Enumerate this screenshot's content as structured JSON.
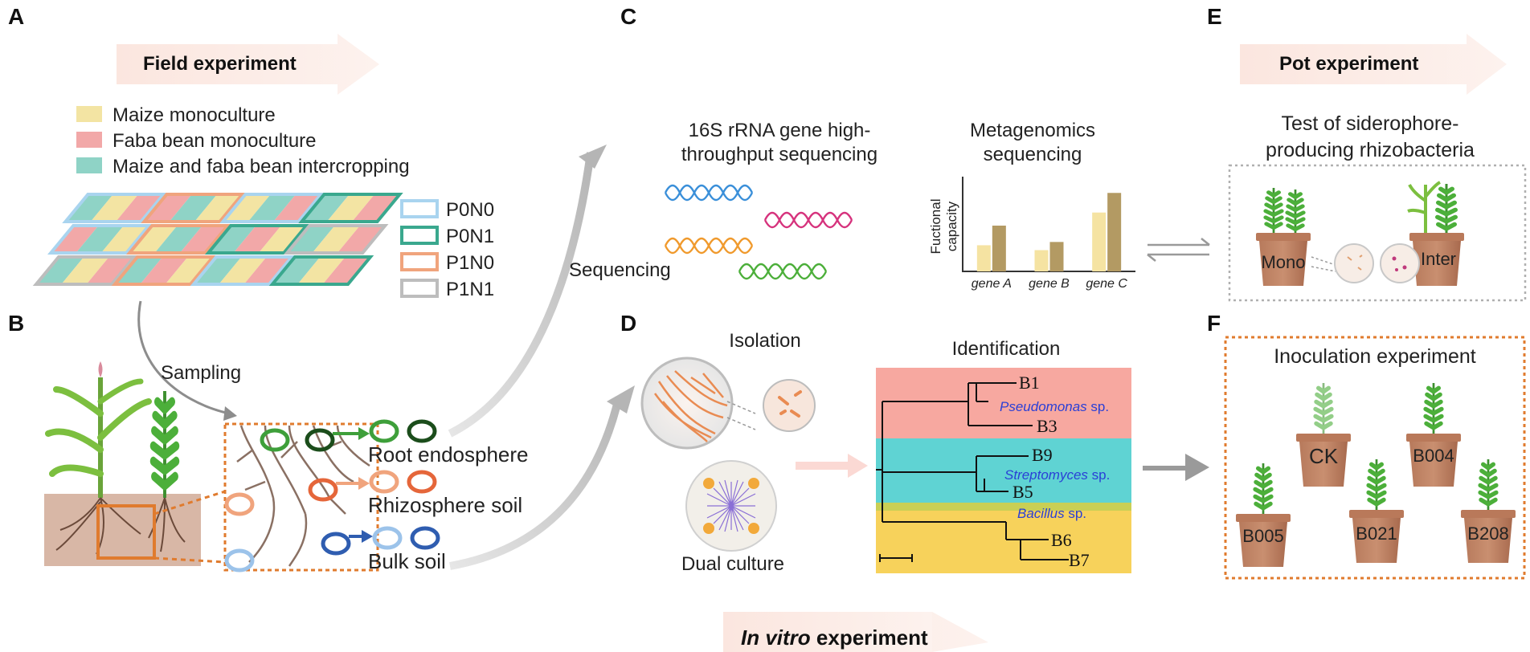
{
  "panels": {
    "a": {
      "letter": "A",
      "banner": "Field experiment",
      "legend": [
        {
          "label": "Maize monoculture",
          "color": "#f3e4a3"
        },
        {
          "label": "Faba bean monoculture",
          "color": "#f2a8a8"
        },
        {
          "label": "Maize and faba bean intercropping",
          "color": "#8fd3c6"
        }
      ],
      "treatments": [
        {
          "label": "P0N0",
          "color": "#a9d4ef"
        },
        {
          "label": "P0N1",
          "color": "#3aa88e"
        },
        {
          "label": "P1N0",
          "color": "#f0a47d"
        },
        {
          "label": "P1N1",
          "color": "#bdbdbd"
        }
      ]
    },
    "b": {
      "letter": "B",
      "sampling": "Sampling",
      "compartments": [
        {
          "label": "Root endosphere",
          "color": "#2e7d32"
        },
        {
          "label": "Rhizosphere soil",
          "color": "#e5663a"
        },
        {
          "label": "Bulk soil",
          "color": "#2f5db0"
        }
      ]
    },
    "c": {
      "letter": "C",
      "amplicon_title_1": "16S rRNA gene high-",
      "amplicon_title_2": "throughput sequencing",
      "sequencing": "Sequencing",
      "meta_title_1": "Metagenomics",
      "meta_title_2": "sequencing",
      "ylabel_1": "Fuctional",
      "ylabel_2": "capacity"
    },
    "d": {
      "letter": "D",
      "isolation": "Isolation",
      "dual_culture": "Dual culture",
      "identification": "Identification",
      "banner_italic": "In vitro",
      "banner_rest": " experiment",
      "tree_leaves": [
        "B1",
        "B3",
        "B9",
        "B5",
        "B6",
        "B7"
      ],
      "taxa": [
        {
          "genus": "Pseudomonas",
          "suffix": " sp."
        },
        {
          "genus": "Streptomyces",
          "suffix": " sp."
        },
        {
          "genus": "Bacillus",
          "suffix": " sp."
        }
      ],
      "clade_colors": [
        "#f7a8a0",
        "#5fd3d3",
        "#f7d25b"
      ]
    },
    "e": {
      "letter": "E",
      "banner": "Pot experiment",
      "title_1": "Test of siderophore-",
      "title_2": "producing rhizobacteria",
      "pots": [
        "Mono",
        "Inter"
      ]
    },
    "f": {
      "letter": "F",
      "title": "Inoculation experiment",
      "pots": [
        "CK",
        "B004",
        "B005",
        "B021",
        "B208"
      ]
    }
  },
  "chart_data": {
    "type": "bar",
    "title": "",
    "categories": [
      "gene A",
      "gene B",
      "gene C"
    ],
    "series": [
      {
        "values": [
          3.2,
          2.6,
          7.2
        ],
        "color": "#f5e3a2"
      },
      {
        "values": [
          5.6,
          3.6,
          9.6
        ],
        "color": "#b39a63"
      }
    ],
    "xlabel": "",
    "ylabel": "Fuctional capacity",
    "ylim": [
      0,
      11
    ],
    "grid": false,
    "legend": "none"
  }
}
